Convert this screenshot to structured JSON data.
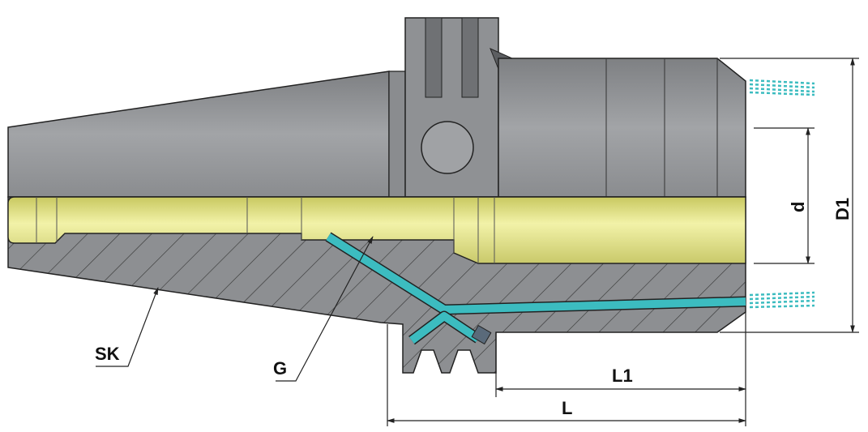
{
  "labels": {
    "sk": "SK",
    "g": "G",
    "l1": "L1",
    "l": "L",
    "d": "d",
    "d1": "D1"
  },
  "colors": {
    "body": "#8f9194",
    "body_light": "#a9abae",
    "bore": "#e8e88a",
    "coolant": "#3cbcc0",
    "section": "#8d8f92",
    "line": "#222222"
  }
}
